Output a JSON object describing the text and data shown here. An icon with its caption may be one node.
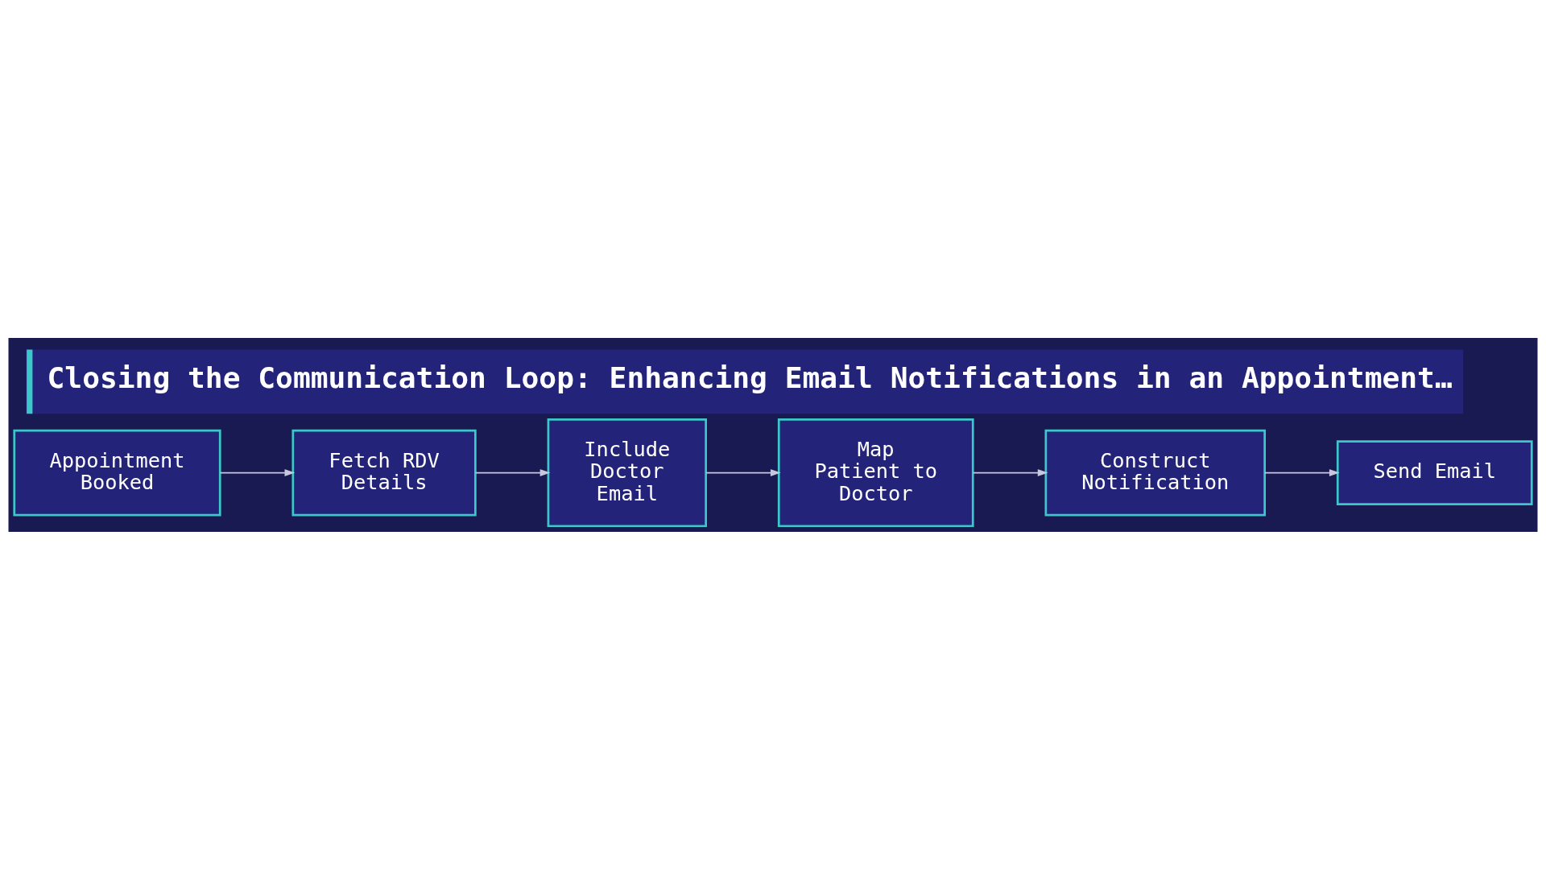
{
  "diagram": {
    "title": "Closing the Communication Loop: Enhancing Email Notifications in an Appointment…",
    "nodes": [
      {
        "text": [
          "Appointment Booked"
        ]
      },
      {
        "text": [
          "Fetch RDV Details"
        ]
      },
      {
        "text": [
          "Include Doctor Email"
        ]
      },
      {
        "text": [
          "Map Patient to Doctor"
        ]
      },
      {
        "text": [
          "Construct Notification"
        ]
      },
      {
        "text": [
          "Send Email"
        ]
      }
    ],
    "edges": [
      {
        "from": 0,
        "to": 1,
        "arrow": "to"
      },
      {
        "from": 1,
        "to": 2,
        "arrow": "to"
      },
      {
        "from": 2,
        "to": 3,
        "arrow": "to"
      },
      {
        "from": 3,
        "to": 4,
        "arrow": "to"
      },
      {
        "from": 4,
        "to": 5,
        "arrow": "to"
      }
    ]
  }
}
